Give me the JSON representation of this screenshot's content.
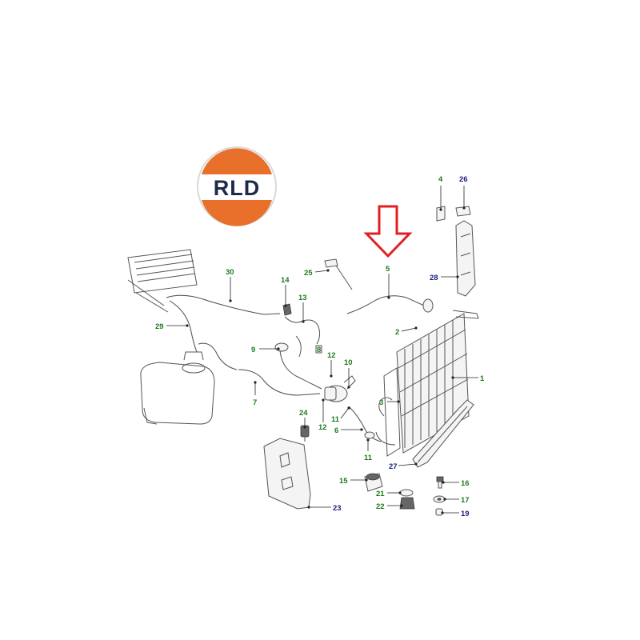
{
  "logo": {
    "text": "RLD",
    "ring_top": "#e8702a",
    "ring_bottom": "#e8702a",
    "band": "#ffffff",
    "text_color": "#1e2a4a"
  },
  "arrow": {
    "color": "#e02020",
    "target_label": "5"
  },
  "colors": {
    "label_green": "#1f7a1f",
    "label_blue": "#1a237e",
    "arrow_red": "#e02020"
  },
  "callouts": [
    {
      "id": "c1",
      "text": "1",
      "color": "green"
    },
    {
      "id": "c2",
      "text": "2",
      "color": "green"
    },
    {
      "id": "c3",
      "text": "3",
      "color": "green"
    },
    {
      "id": "c4",
      "text": "4",
      "color": "green"
    },
    {
      "id": "c5",
      "text": "5",
      "color": "green"
    },
    {
      "id": "c6",
      "text": "6",
      "color": "green"
    },
    {
      "id": "c7",
      "text": "7",
      "color": "green"
    },
    {
      "id": "c8",
      "text": "8",
      "color": "green"
    },
    {
      "id": "c9",
      "text": "9",
      "color": "green"
    },
    {
      "id": "c10",
      "text": "10",
      "color": "green"
    },
    {
      "id": "c11a",
      "text": "11",
      "color": "green"
    },
    {
      "id": "c11b",
      "text": "11",
      "color": "green"
    },
    {
      "id": "c12a",
      "text": "12",
      "color": "green"
    },
    {
      "id": "c12b",
      "text": "12",
      "color": "green"
    },
    {
      "id": "c13",
      "text": "13",
      "color": "green"
    },
    {
      "id": "c14",
      "text": "14",
      "color": "green"
    },
    {
      "id": "c15",
      "text": "15",
      "color": "green"
    },
    {
      "id": "c16",
      "text": "16",
      "color": "green"
    },
    {
      "id": "c17",
      "text": "17",
      "color": "green"
    },
    {
      "id": "c19",
      "text": "19",
      "color": "blue"
    },
    {
      "id": "c21",
      "text": "21",
      "color": "green"
    },
    {
      "id": "c22",
      "text": "22",
      "color": "green"
    },
    {
      "id": "c23",
      "text": "23",
      "color": "blue"
    },
    {
      "id": "c24",
      "text": "24",
      "color": "green"
    },
    {
      "id": "c25",
      "text": "25",
      "color": "green"
    },
    {
      "id": "c26",
      "text": "26",
      "color": "blue"
    },
    {
      "id": "c27",
      "text": "27",
      "color": "blue"
    },
    {
      "id": "c28",
      "text": "28",
      "color": "blue"
    },
    {
      "id": "c29",
      "text": "29",
      "color": "green"
    },
    {
      "id": "c30",
      "text": "30",
      "color": "green"
    }
  ]
}
